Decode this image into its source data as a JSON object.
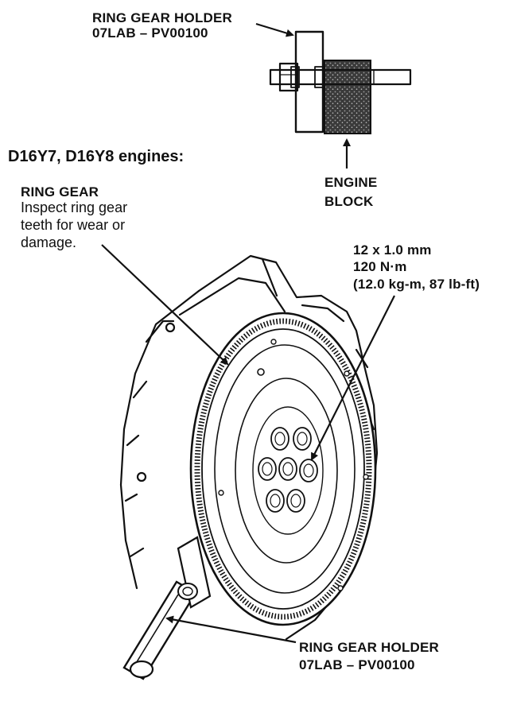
{
  "labels": {
    "holder_top_1": "RING GEAR HOLDER",
    "holder_top_2": "07LAB – PV00100",
    "engine_block_1": "ENGINE",
    "engine_block_2": "BLOCK",
    "engines_heading": "D16Y7, D16Y8 engines:",
    "ring_gear_title": "RING GEAR",
    "ring_gear_note_1": "Inspect ring gear",
    "ring_gear_note_2": "teeth for wear or",
    "ring_gear_note_3": "damage.",
    "bolt_spec_1": "12 x 1.0 mm",
    "bolt_spec_2": "120 N·m",
    "bolt_spec_3": "(12.0 kg-m, 87 lb-ft)",
    "holder_bottom_1": "RING GEAR HOLDER",
    "holder_bottom_2": "07LAB – PV00100"
  }
}
